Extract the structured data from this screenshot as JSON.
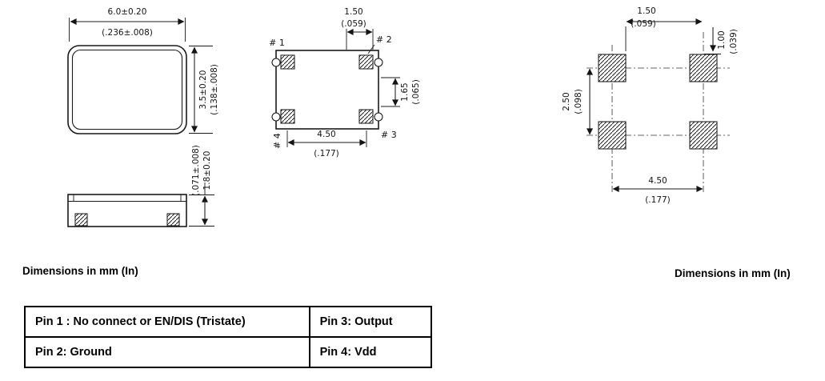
{
  "captions": {
    "left": "Dimensions in mm (In)",
    "right": "Dimensions in mm (In)"
  },
  "drawings": {
    "top_view": {
      "width_mm": "6.0±0.20",
      "width_in": "(.236±.008)",
      "height_mm": "3.5±0.20",
      "height_in": "(.138±.008)"
    },
    "side_view": {
      "height_mm": "1.8±0.20",
      "height_in": "(.071±.008)"
    },
    "pad_view": {
      "pin1": "# 1",
      "pin2": "# 2",
      "pin3": "# 3",
      "pin4": "# 4",
      "pad_offset_mm": "1.50",
      "pad_offset_in": "(.059)",
      "pad_height_mm": "1.65",
      "pad_height_in": "(.065)",
      "pad_pitch_mm": "4.50",
      "pad_pitch_in": "(.177)"
    },
    "land_pattern": {
      "pad_width_mm": "1.50",
      "pad_width_in": "(.059)",
      "pad_height_mm": "1.00",
      "pad_height_in": "(.039)",
      "row_pitch_mm": "2.50",
      "row_pitch_in": "(.098)",
      "col_pitch_mm": "4.50",
      "col_pitch_in": "(.177)"
    }
  },
  "pin_table": {
    "rows": [
      {
        "left": "Pin 1 : No connect or EN/DIS (Tristate)",
        "right": "Pin 3: Output"
      },
      {
        "left": "Pin 2: Ground",
        "right": "Pin 4: Vdd"
      }
    ]
  }
}
